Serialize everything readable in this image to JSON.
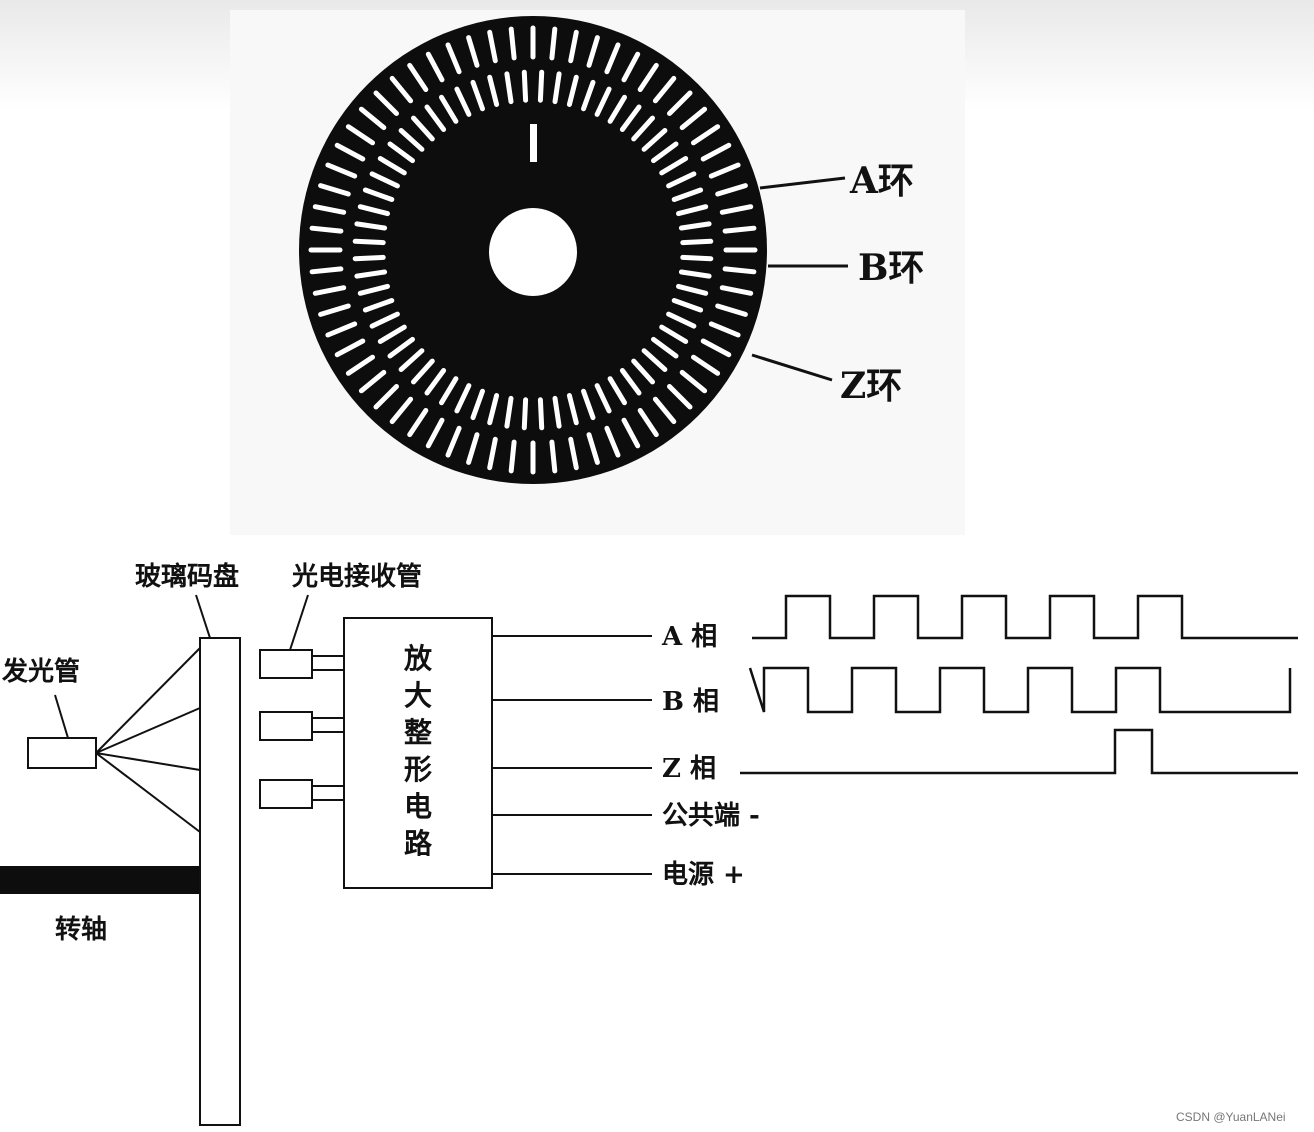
{
  "disk": {
    "ring_labels": [
      "A环",
      "B环",
      "Z环"
    ]
  },
  "encoder": {
    "emitter_label": "发光管",
    "disk_label": "玻璃码盘",
    "receiver_label": "光电接收管",
    "circuit_label": "放大整形电路",
    "shaft_label": "转轴",
    "outputs": [
      "A 相",
      "B 相",
      "Z 相",
      "公共端 -",
      "电源 +"
    ]
  },
  "watermark": "CSDN @YuanLANei"
}
